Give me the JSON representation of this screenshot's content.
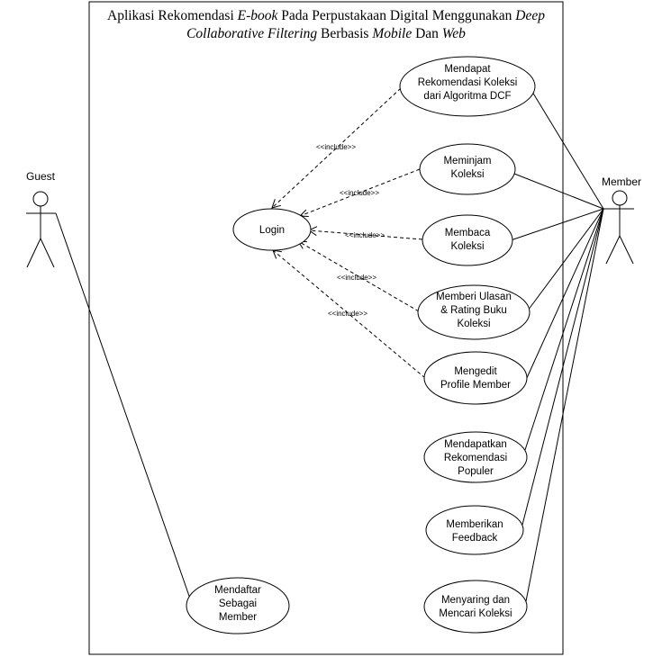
{
  "title": {
    "line1": [
      {
        "text": "Aplikasi Rekomendasi ",
        "italic": false
      },
      {
        "text": "E-book",
        "italic": true
      },
      {
        "text": " Pada Perpustakaan Digital Menggunakan ",
        "italic": false
      },
      {
        "text": "Deep",
        "italic": true
      }
    ],
    "line2": [
      {
        "text": "Collaborative Filtering",
        "italic": true
      },
      {
        "text": " Berbasis ",
        "italic": false
      },
      {
        "text": "Mobile",
        "italic": true
      },
      {
        "text": " Dan ",
        "italic": false
      },
      {
        "text": "Web",
        "italic": true
      }
    ]
  },
  "actors": {
    "guest": "Guest",
    "member": "Member"
  },
  "use_cases": {
    "login": [
      "Login"
    ],
    "rekomendasi_dcf": [
      "Mendapat",
      "Rekomendasi Koleksi",
      "dari Algoritma DCF"
    ],
    "meminjam": [
      "Meminjam",
      "Koleksi"
    ],
    "membaca": [
      "Membaca",
      "Koleksi"
    ],
    "ulasan": [
      "Memberi Ulasan",
      "& Rating Buku",
      "Koleksi"
    ],
    "edit_profile": [
      "Mengedit",
      "Profile Member"
    ],
    "rekomendasi_populer": [
      "Mendapatkan",
      "Rekomendasi",
      "Populer"
    ],
    "feedback": [
      "Memberikan",
      "Feedback"
    ],
    "menyaring": [
      "Menyaring dan",
      "Mencari Koleksi"
    ],
    "mendaftar": [
      "Mendaftar",
      "Sebagai",
      "Member"
    ]
  },
  "include_label": "<<include>>"
}
